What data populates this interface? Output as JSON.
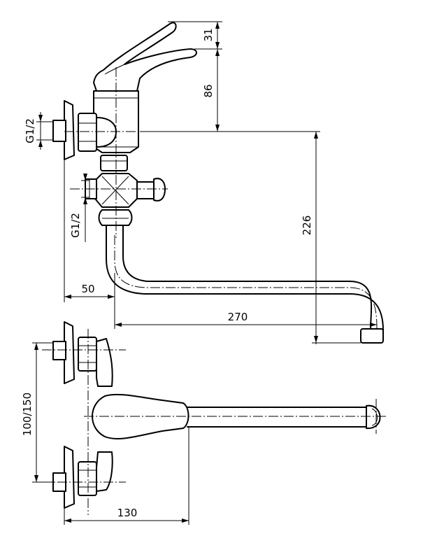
{
  "dimensions": {
    "handle_top": "31",
    "handle_height": "86",
    "inlet_thread_top": "G1/2",
    "inlet_thread_bottom": "G1/2",
    "spout_height": "226",
    "wall_offset": "50",
    "spout_reach": "270",
    "inlet_spacing": "100/150",
    "body_depth": "130"
  }
}
